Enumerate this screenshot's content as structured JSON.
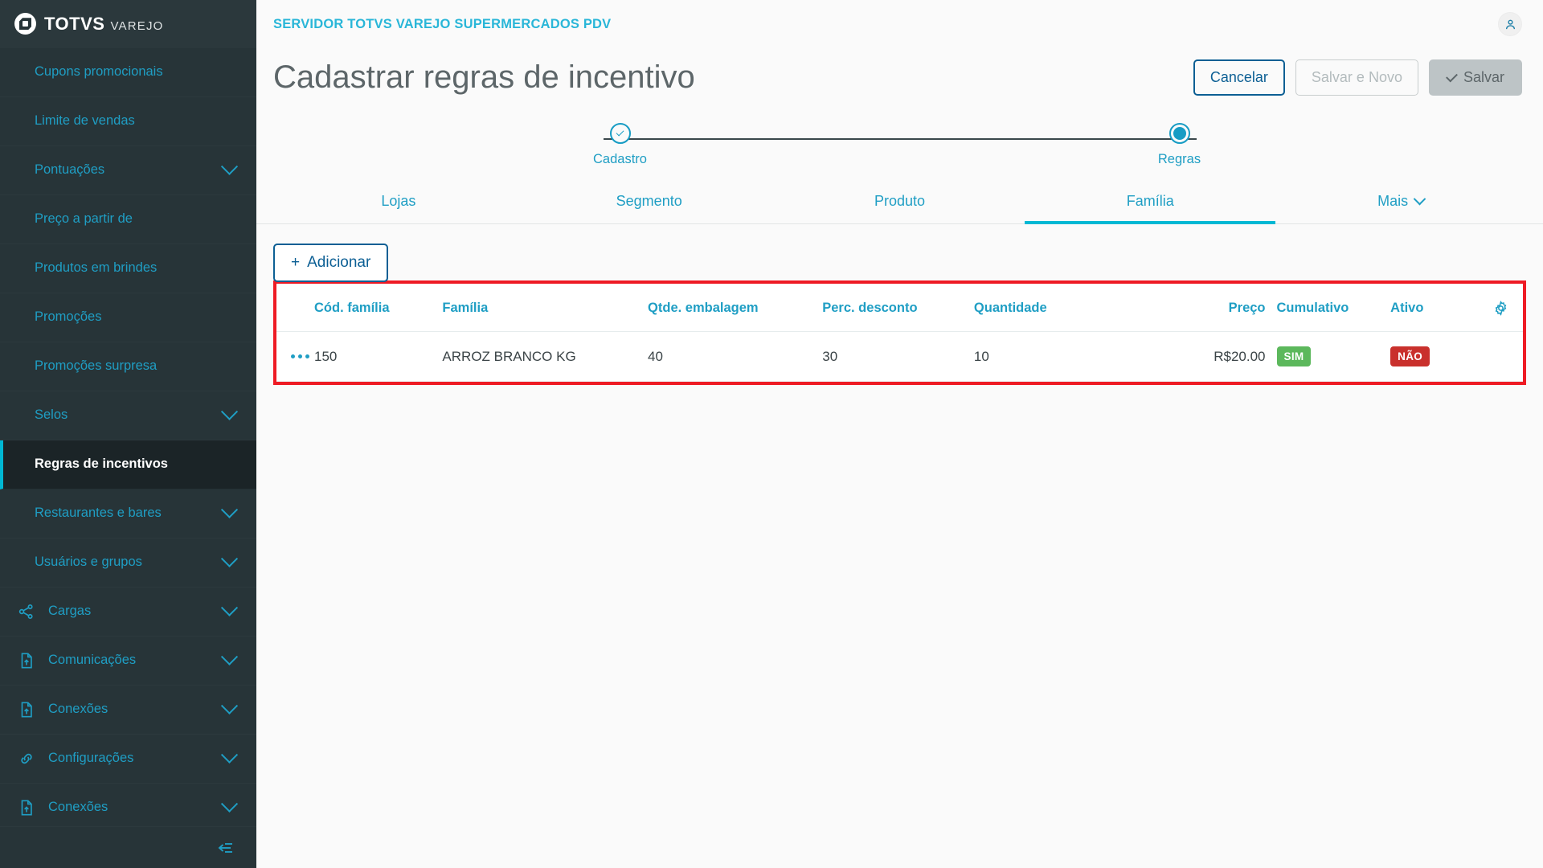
{
  "sidebar": {
    "brand": {
      "name": "TOTVS",
      "suffix": "VAREJO",
      "logo_icon": "totvs-logo-icon"
    },
    "items": [
      {
        "label": "Cupons promocionais",
        "icon": null,
        "expandable": false,
        "active": false
      },
      {
        "label": "Limite de vendas",
        "icon": null,
        "expandable": false,
        "active": false
      },
      {
        "label": "Pontuações",
        "icon": null,
        "expandable": true,
        "active": false
      },
      {
        "label": "Preço a partir de",
        "icon": null,
        "expandable": false,
        "active": false
      },
      {
        "label": "Produtos em brindes",
        "icon": null,
        "expandable": false,
        "active": false
      },
      {
        "label": "Promoções",
        "icon": null,
        "expandable": false,
        "active": false
      },
      {
        "label": "Promoções surpresa",
        "icon": null,
        "expandable": false,
        "active": false
      },
      {
        "label": "Selos",
        "icon": null,
        "expandable": true,
        "active": false
      },
      {
        "label": "Regras de incentivos",
        "icon": null,
        "expandable": false,
        "active": true
      },
      {
        "label": "Restaurantes e bares",
        "icon": null,
        "expandable": true,
        "active": false
      },
      {
        "label": "Usuários e grupos",
        "icon": null,
        "expandable": true,
        "active": false
      },
      {
        "label": "Cargas",
        "icon": "share-nodes-icon",
        "expandable": true,
        "active": false
      },
      {
        "label": "Comunicações",
        "icon": "file-upload-icon",
        "expandable": true,
        "active": false
      },
      {
        "label": "Conexões",
        "icon": "file-upload-icon",
        "expandable": true,
        "active": false
      },
      {
        "label": "Configurações",
        "icon": "link-chain-icon",
        "expandable": true,
        "active": false
      },
      {
        "label": "Conexões",
        "icon": "file-upload-icon",
        "expandable": true,
        "active": false
      }
    ],
    "collapse_icon": "collapse-sidebar-icon",
    "active_accent": "#00b8d4",
    "background": "#273438",
    "link_color": "#1f9ec4"
  },
  "topbar": {
    "breadcrumb": "SERVIDOR TOTVS VAREJO SUPERMERCADOS PDV",
    "avatar_icon": "user-avatar-icon"
  },
  "page": {
    "title": "Cadastrar regras de incentivo",
    "buttons": {
      "cancel": "Cancelar",
      "save_new": "Salvar e Novo",
      "save": "Salvar"
    }
  },
  "stepper": {
    "steps": [
      {
        "label": "Cadastro",
        "state": "done"
      },
      {
        "label": "Regras",
        "state": "current"
      }
    ]
  },
  "tabs": [
    {
      "label": "Lojas",
      "active": false
    },
    {
      "label": "Segmento",
      "active": false
    },
    {
      "label": "Produto",
      "active": false
    },
    {
      "label": "Família",
      "active": true
    },
    {
      "label": "Mais",
      "active": false,
      "has_chevron": true
    }
  ],
  "toolbar": {
    "add_label": "Adicionar",
    "add_icon": "plus-icon"
  },
  "table": {
    "settings_icon": "gear-icon",
    "row_menu_icon": "ellipsis-icon",
    "highlight_color": "#ee1b24",
    "columns": [
      "Cód. família",
      "Família",
      "Qtde. embalagem",
      "Perc. desconto",
      "Quantidade",
      "Preço",
      "Cumulativo",
      "Ativo"
    ],
    "rows": [
      {
        "cod_familia": "150",
        "familia": "ARROZ BRANCO KG",
        "qtde_embalagem": "40",
        "perc_desconto": "30",
        "quantidade": "10",
        "preco": "R$20.00",
        "cumulativo": "SIM",
        "ativo": "NÃO"
      }
    ],
    "badge_colors": {
      "yes": "#5cb85c",
      "no": "#c9302c"
    }
  }
}
